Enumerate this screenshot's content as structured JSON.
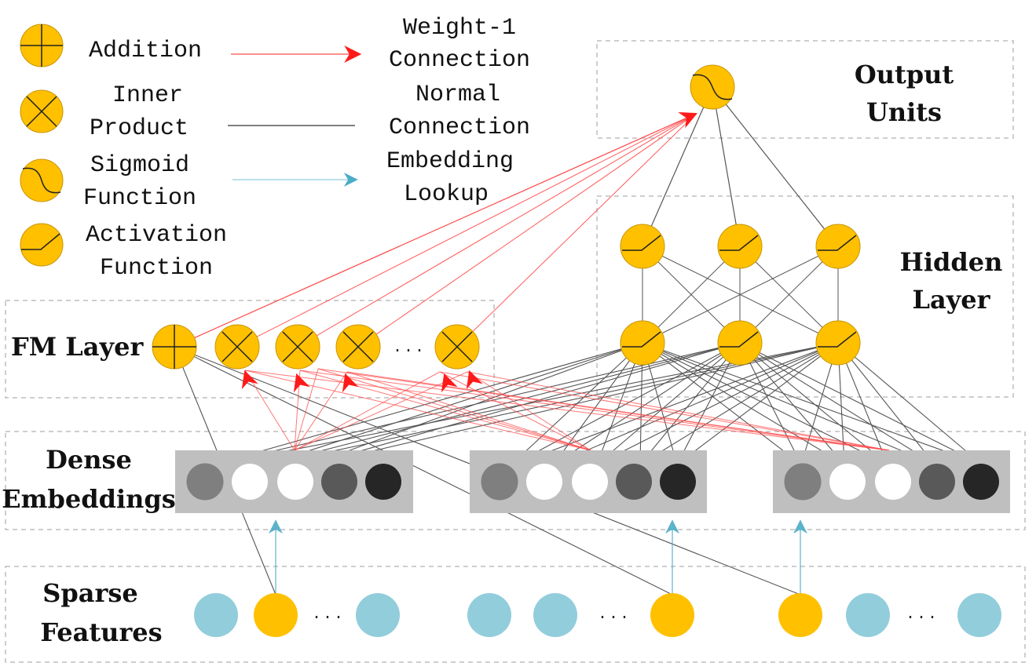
{
  "legend": {
    "addition": "Addition",
    "inner_product": [
      "Inner",
      "Product"
    ],
    "sigmoid": [
      "Sigmoid",
      "Function"
    ],
    "activation": [
      "Activation",
      "Function"
    ],
    "weight1": [
      "Weight-1",
      "Connection"
    ],
    "normal": [
      "Normal",
      "Connection"
    ],
    "embedding": [
      "Embedding",
      "Lookup"
    ]
  },
  "layers": {
    "output": [
      "Output",
      "Units"
    ],
    "hidden": [
      "Hidden",
      "Layer"
    ],
    "fm": "FM Layer",
    "dense": [
      "Dense",
      "Embeddings"
    ],
    "sparse": [
      "Sparse",
      "Features"
    ]
  },
  "ellipsis": "···",
  "colors": {
    "unit_fill": "#FFC000",
    "sparse_fill": "#92CDDC",
    "weight1_line": "#FF4B4B",
    "normal_line": "#555555",
    "embedding_arrow": "#4BACC6",
    "embed_box": "#BFBFBF",
    "embed_dot_shades": [
      "#7F7F7F",
      "#FFFFFF",
      "#FFFFFF",
      "#595959",
      "#262626"
    ]
  }
}
